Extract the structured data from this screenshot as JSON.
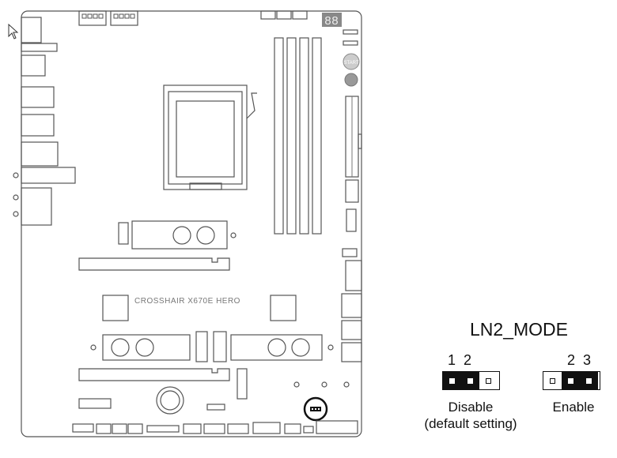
{
  "board": {
    "model_label": "CROSSHAIR X670E HERO",
    "start_button_label": "START",
    "debug_display": "88"
  },
  "ln2_mode": {
    "title": "LN2_MODE",
    "disable": {
      "pins_label": "1  2",
      "label": "Disable",
      "note": "(default setting)",
      "shorted_pins": [
        1,
        2
      ]
    },
    "enable": {
      "pins_label": "2  3",
      "label": "Enable",
      "shorted_pins": [
        2,
        3
      ]
    }
  },
  "colors": {
    "outline": "#555555",
    "jumper": "#111111"
  }
}
